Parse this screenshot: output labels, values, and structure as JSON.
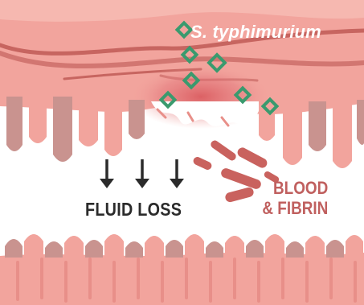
{
  "labels": {
    "pathogen": "S. typhimurium",
    "fluid_loss": "FLUID LOSS",
    "blood_fibrin_line1": "BLOOD",
    "blood_fibrin_line2": "& FIBRIN"
  },
  "colors": {
    "tissue_light": "#f2a49d",
    "tissue_mid": "#e88f89",
    "tissue_dark": "#c76560",
    "villus_shadow": "#c9938f",
    "inflammation": "#d8555a",
    "bacteria": "#3a9a6e",
    "blood_clot": "#c9625e",
    "arrow": "#2b2b2b",
    "text_dark": "#2b2b2b",
    "text_blood": "#c0605f"
  },
  "icons": {
    "bacterium": "green-diamond-icon",
    "arrow": "down-arrow-icon"
  }
}
